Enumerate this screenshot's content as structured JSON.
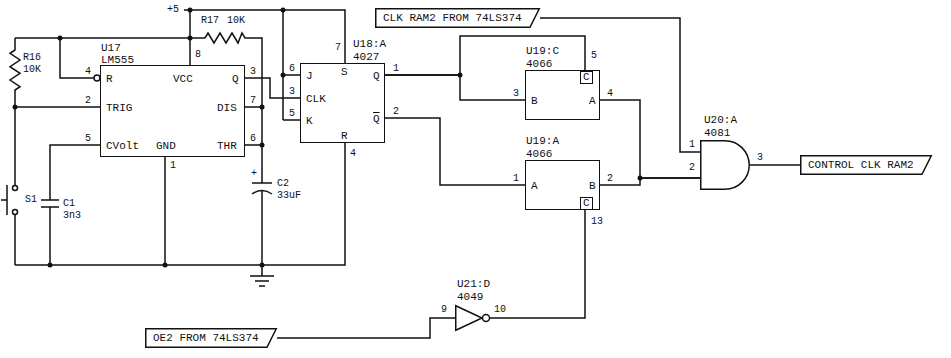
{
  "diagram": {
    "nodes": [
      {
        "text": [
          "U17",
          "LM555",
          "R",
          "VCC",
          "Q",
          "TRIG",
          "DIS",
          "CVolt",
          "THR",
          "GND"
        ]
      },
      {
        "text": [
          "U18:A",
          "4027",
          "J",
          "S",
          "Q",
          "CLK",
          "K",
          "R",
          "Q"
        ]
      },
      {
        "text": [
          "U19:C",
          "4066",
          "C",
          "B",
          "A"
        ]
      },
      {
        "text": [
          "U19:A",
          "4066",
          "A",
          "B",
          "C"
        ]
      },
      {
        "text": [
          "U20:A",
          "4081"
        ]
      },
      {
        "text": [
          "U21:D",
          "4049"
        ]
      },
      {
        "text": [
          "CLK RAM2 FROM 74LS374"
        ]
      },
      {
        "text": [
          "CONTROL CLK RAM2"
        ]
      },
      {
        "text": [
          "OE2 FROM 74LS374"
        ]
      }
    ],
    "edges": [
      {
        "from": 0,
        "to": 1,
        "arrow": "none"
      },
      {
        "from": 1,
        "to": 2,
        "arrow": "none"
      },
      {
        "from": 1,
        "to": 2,
        "arrow": "none"
      },
      {
        "from": 1,
        "to": 3,
        "arrow": "none"
      },
      {
        "from": 8,
        "to": 5,
        "arrow": "none"
      },
      {
        "from": 5,
        "to": 3,
        "arrow": "none"
      },
      {
        "from": 2,
        "to": 4,
        "arrow": "none"
      },
      {
        "from": 3,
        "to": 4,
        "arrow": "none"
      },
      {
        "from": 6,
        "to": 4,
        "arrow": "none"
      },
      {
        "from": 4,
        "to": 7,
        "arrow": "none"
      }
    ],
    "labels": [
      "+5",
      "R17",
      "10K",
      "R16",
      "10K",
      "S1",
      "C1",
      "3n3",
      "C2",
      "33uF",
      "+",
      "4",
      "8",
      "3",
      "2",
      "7",
      "5",
      "6",
      "1",
      "7",
      "6",
      "3",
      "5",
      "4",
      "1",
      "2",
      "3",
      "4",
      "5",
      "1",
      "2",
      "13",
      "1",
      "2",
      "3",
      "9",
      "10"
    ]
  }
}
